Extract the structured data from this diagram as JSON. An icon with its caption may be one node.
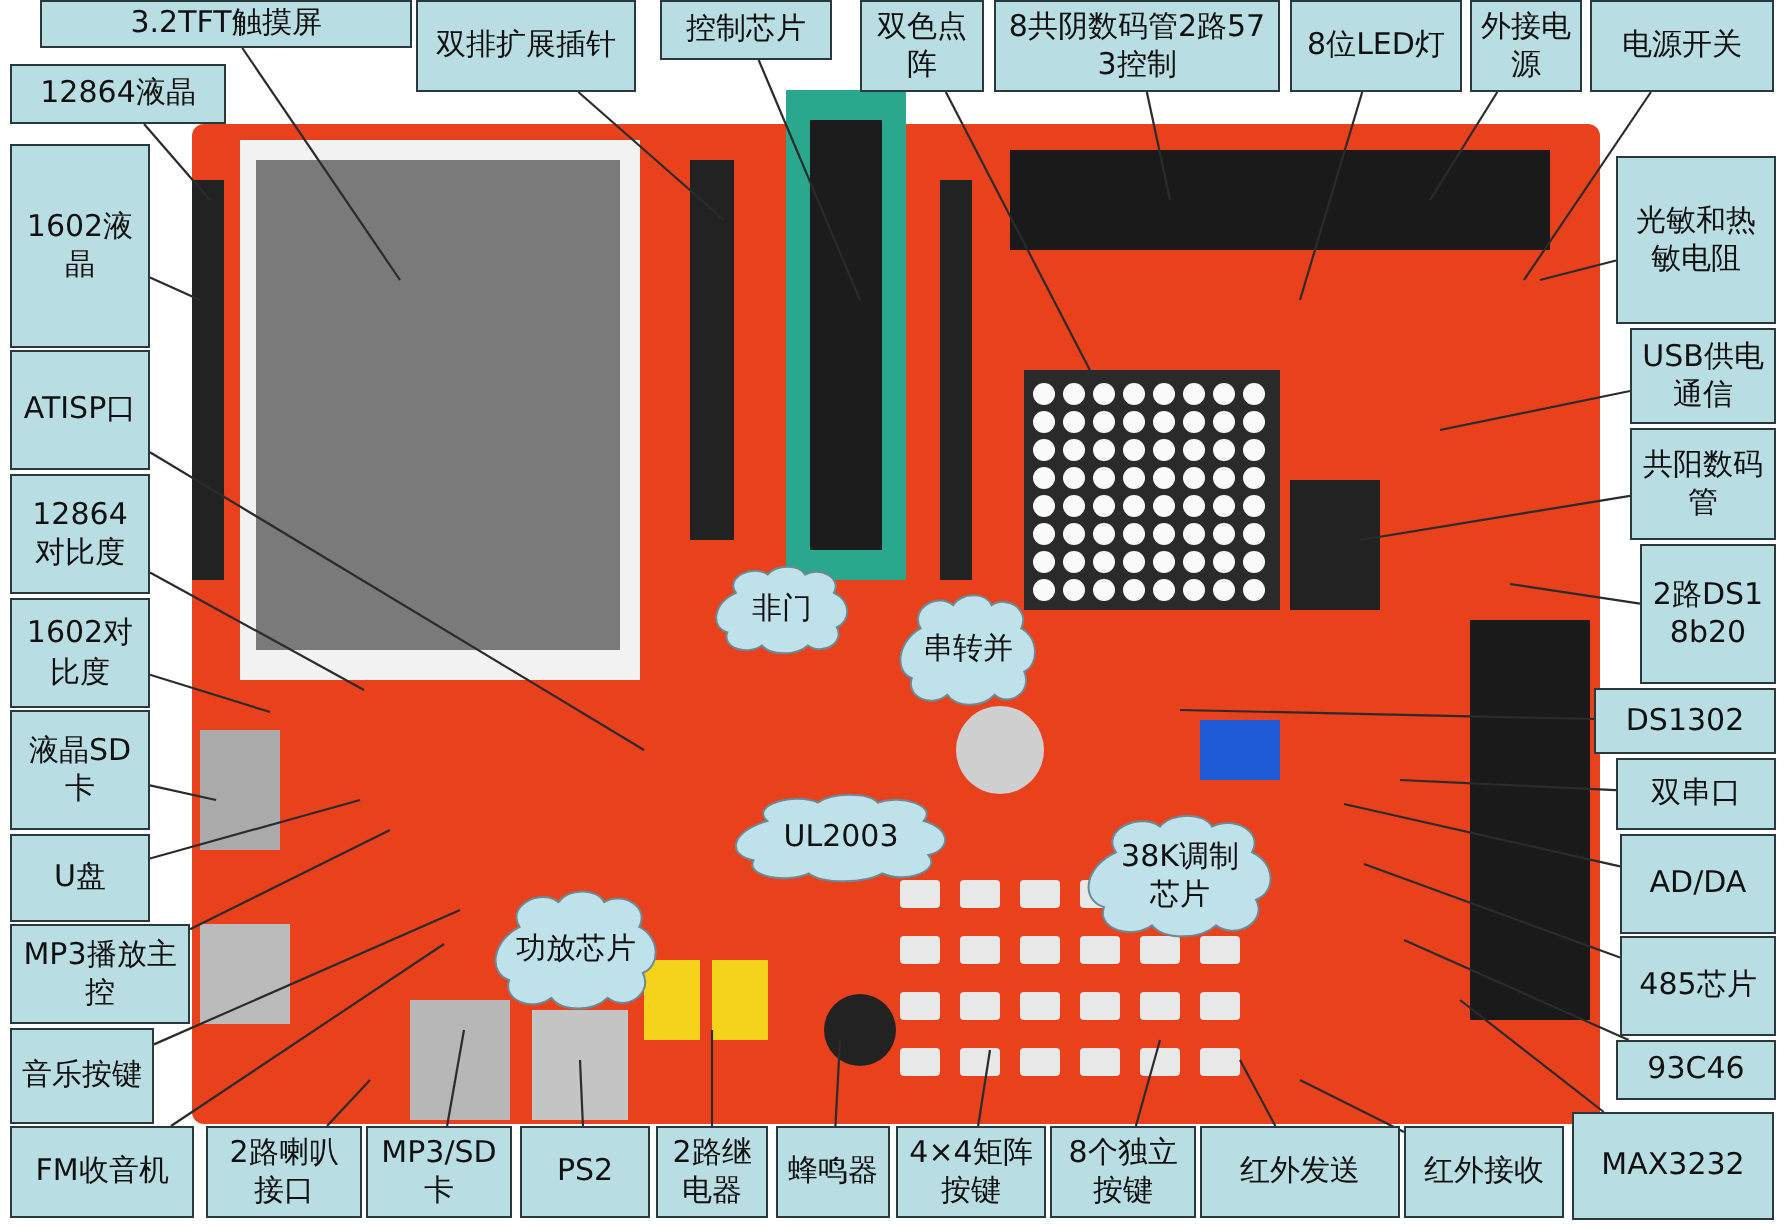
{
  "diagram": {
    "nodes": [
      {
        "text": [
          "3.2TFT触摸屏"
        ]
      },
      {
        "text": [
          "12864液晶"
        ]
      },
      {
        "text": [
          "双排扩展插针"
        ]
      },
      {
        "text": [
          "控制芯片"
        ]
      },
      {
        "text": [
          "双色点阵"
        ]
      },
      {
        "text": [
          "8共阴数码管2路573控制"
        ]
      },
      {
        "text": [
          "8位LED灯"
        ]
      },
      {
        "text": [
          "外接电源"
        ]
      },
      {
        "text": [
          "电源开关"
        ]
      },
      {
        "text": [
          "1602液晶"
        ]
      },
      {
        "text": [
          "ATISP口"
        ]
      },
      {
        "text": [
          "12864对比度"
        ]
      },
      {
        "text": [
          "1602对比度"
        ]
      },
      {
        "text": [
          "液晶SD卡"
        ]
      },
      {
        "text": [
          "U盘"
        ]
      },
      {
        "text": [
          "MP3播放主控"
        ]
      },
      {
        "text": [
          "音乐按键"
        ]
      },
      {
        "text": [
          "FM收音机"
        ]
      },
      {
        "text": [
          "非门"
        ]
      },
      {
        "text": [
          "串转并"
        ]
      },
      {
        "text": [
          "UL2003"
        ]
      },
      {
        "text": [
          "功放芯片"
        ]
      },
      {
        "text": [
          "38K调制芯片"
        ]
      },
      {
        "text": [
          "光敏和热敏电阻"
        ]
      },
      {
        "text": [
          "USB供电通信"
        ]
      },
      {
        "text": [
          "共阳数码管"
        ]
      },
      {
        "text": [
          "2路DS18b20"
        ]
      },
      {
        "text": [
          "DS1302"
        ]
      },
      {
        "text": [
          "双串口"
        ]
      },
      {
        "text": [
          "AD/DA"
        ]
      },
      {
        "text": [
          "485芯片"
        ]
      },
      {
        "text": [
          "93C46"
        ]
      },
      {
        "text": [
          "2路喇叭接口"
        ]
      },
      {
        "text": [
          "MP3/SD卡"
        ]
      },
      {
        "text": [
          "PS2"
        ]
      },
      {
        "text": [
          "2路继电器"
        ]
      },
      {
        "text": [
          "蜂鸣器"
        ]
      },
      {
        "text": [
          "4×4矩阵按键"
        ]
      },
      {
        "text": [
          "8个独立按键"
        ]
      },
      {
        "text": [
          "红外发送"
        ]
      },
      {
        "text": [
          "红外接收"
        ]
      },
      {
        "text": [
          "MAX3232"
        ]
      },
      {
        "text": [],
        "shape": "picture"
      }
    ],
    "edges": [
      {
        "from": 0,
        "to": null,
        "arrow": "none"
      },
      {
        "from": 1,
        "to": null,
        "arrow": "none"
      },
      {
        "from": 2,
        "to": null,
        "arrow": "none"
      },
      {
        "from": 3,
        "to": null,
        "arrow": "none"
      },
      {
        "from": 4,
        "to": 42,
        "arrow": "none"
      },
      {
        "from": 5,
        "to": null,
        "arrow": "none"
      },
      {
        "from": 6,
        "to": null,
        "arrow": "none"
      },
      {
        "from": 7,
        "to": null,
        "arrow": "none"
      },
      {
        "from": 8,
        "to": null,
        "arrow": "none"
      },
      {
        "from": 9,
        "to": null,
        "arrow": "none"
      },
      {
        "from": 10,
        "to": null,
        "arrow": "none"
      },
      {
        "from": 11,
        "to": null,
        "arrow": "none"
      },
      {
        "from": 12,
        "to": null,
        "arrow": "none"
      },
      {
        "from": 13,
        "to": null,
        "arrow": "none"
      },
      {
        "from": 14,
        "to": null,
        "arrow": "none"
      },
      {
        "from": 15,
        "to": null,
        "arrow": "none"
      },
      {
        "from": 16,
        "to": null,
        "arrow": "none"
      },
      {
        "from": 17,
        "to": null,
        "arrow": "none"
      },
      {
        "from": 23,
        "to": null,
        "arrow": "none"
      },
      {
        "from": 24,
        "to": null,
        "arrow": "none"
      },
      {
        "from": 25,
        "to": null,
        "arrow": "none"
      },
      {
        "from": 26,
        "to": null,
        "arrow": "none"
      },
      {
        "from": 27,
        "to": null,
        "arrow": "none"
      },
      {
        "from": 28,
        "to": null,
        "arrow": "none"
      },
      {
        "from": 29,
        "to": null,
        "arrow": "none"
      },
      {
        "from": 30,
        "to": null,
        "arrow": "none"
      },
      {
        "from": 31,
        "to": null,
        "arrow": "none"
      },
      {
        "from": 32,
        "to": null,
        "arrow": "none"
      },
      {
        "from": 33,
        "to": null,
        "arrow": "none"
      },
      {
        "from": 34,
        "to": null,
        "arrow": "none"
      },
      {
        "from": 35,
        "to": null,
        "arrow": "none"
      },
      {
        "from": 36,
        "to": null,
        "arrow": "none"
      },
      {
        "from": 37,
        "to": null,
        "arrow": "none"
      },
      {
        "from": 38,
        "to": null,
        "arrow": "none"
      },
      {
        "from": 39,
        "to": null,
        "arrow": "none"
      },
      {
        "from": 40,
        "to": null,
        "arrow": "none"
      },
      {
        "from": 41,
        "to": null,
        "arrow": "none"
      }
    ]
  }
}
